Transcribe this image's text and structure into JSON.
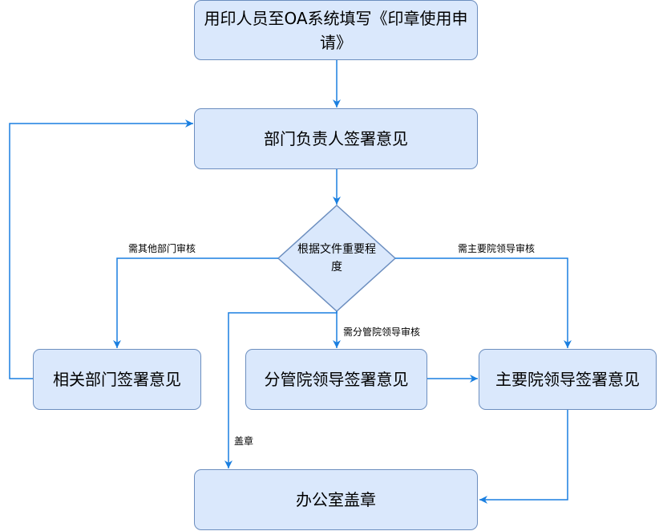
{
  "nodes": {
    "apply": "用印人员至OA系统填写《印章使用申请》",
    "dept_head": "部门负责人签署意见",
    "decision": "根据文件重要程度",
    "related_dept": "相关部门签署意见",
    "deputy_leader": "分管院领导签署意见",
    "main_leader": "主要院领导签署意见",
    "office_stamp": "办公室盖章"
  },
  "edge_labels": {
    "other_dept": "需其他部门审核",
    "main_leader": "需主要院领导审核",
    "deputy_leader": "需分管院领导审核",
    "stamp": "盖章"
  },
  "colors": {
    "node_fill": "#dae8fc",
    "node_border": "#6c8ebf",
    "edge": "#1a7fe0"
  }
}
